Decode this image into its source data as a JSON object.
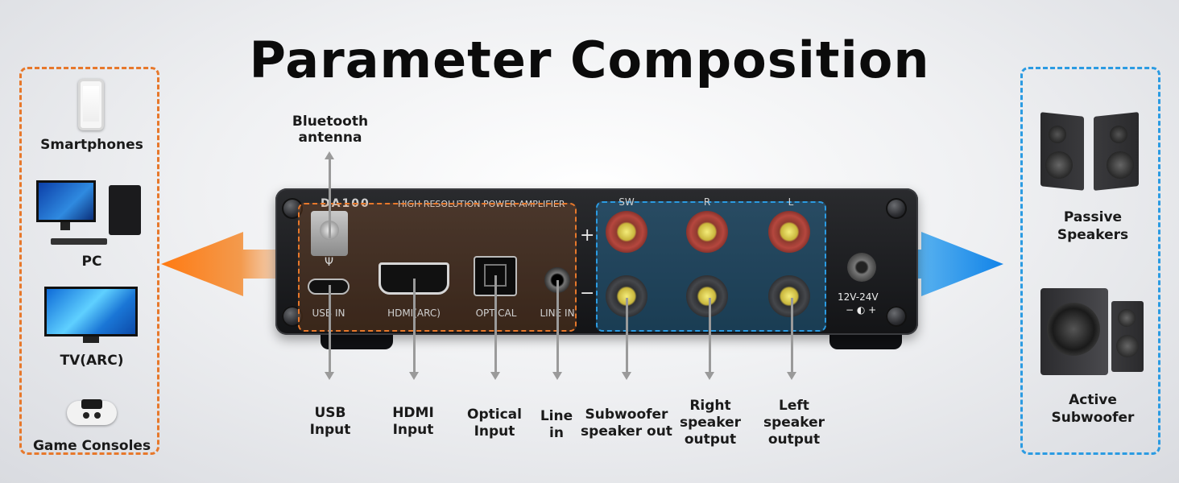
{
  "title": "Parameter Composition",
  "brand_text": "HIGH RESOLUTION POWER AMPLIFIER",
  "amp_logo": "DA100",
  "sources": {
    "items": [
      {
        "label": "Smartphones",
        "icon": "smartphone-icon"
      },
      {
        "label": "PC",
        "icon": "pc-icon"
      },
      {
        "label": "TV(ARC)",
        "icon": "tv-icon"
      },
      {
        "label": "Game Consoles",
        "icon": "gamepad-icon"
      }
    ]
  },
  "outputs": {
    "items": [
      {
        "label_line1": "Passive",
        "label_line2": "Speakers",
        "icon": "passive-speakers-icon"
      },
      {
        "label_line1": "Active",
        "label_line2": "Subwoofer",
        "icon": "active-subwoofer-icon"
      }
    ]
  },
  "panel_labels": {
    "usb_in": "USB IN",
    "hdmi_arc": "HDMI(ARC)",
    "optical": "OPTICAL",
    "line_in": "LINE IN",
    "sw": "SW",
    "r": "R",
    "l": "L",
    "plus": "+",
    "minus": "−",
    "power": "12V-24V",
    "power_polarity": "− ◐ +"
  },
  "callouts": {
    "bluetooth_line1": "Bluetooth",
    "bluetooth_line2": "antenna",
    "usb_line1": "USB",
    "usb_line2": "Input",
    "hdmi_line1": "HDMI",
    "hdmi_line2": "Input",
    "optical_line1": "Optical",
    "optical_line2": "Input",
    "line_line1": "Line",
    "line_line2": "in",
    "sub_line1": "Subwoofer",
    "sub_line2": "speaker out",
    "right_line1": "Right",
    "right_line2": "speaker",
    "right_line3": "output",
    "left_line1": "Left",
    "left_line2": "speaker",
    "left_line3": "output"
  },
  "colors": {
    "input_accent": "#e7782b",
    "output_accent": "#2b9be2"
  }
}
